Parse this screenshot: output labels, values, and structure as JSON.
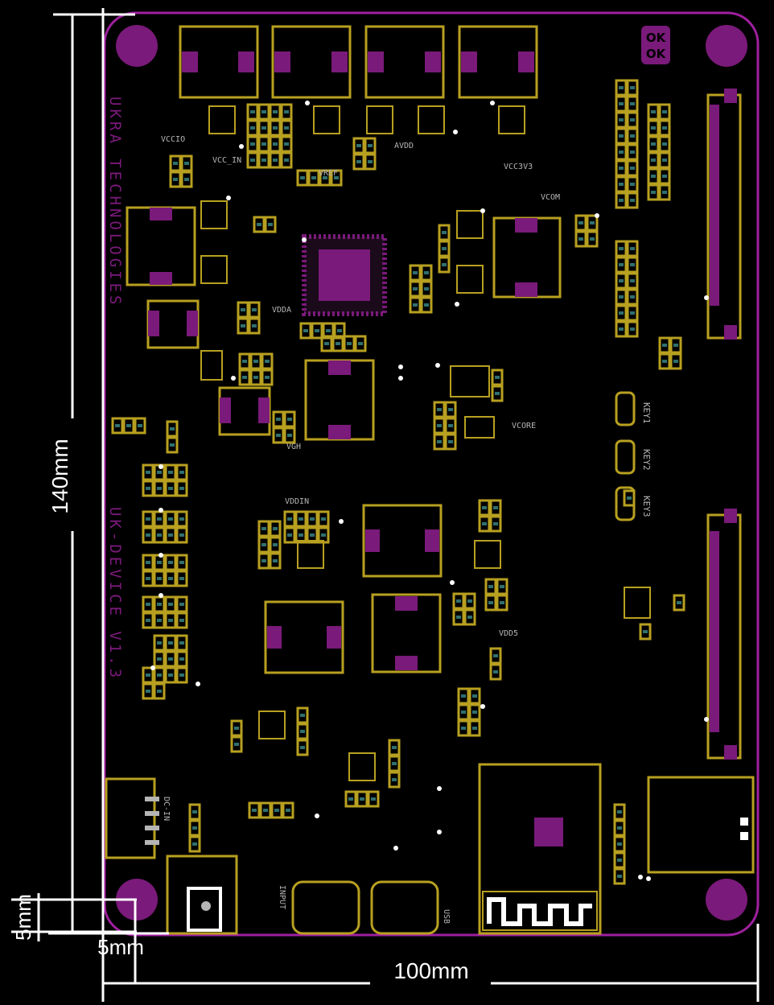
{
  "colors": {
    "background": "#000000",
    "board_outline": "#a020a0",
    "copper_pad": "#b8a020",
    "via_pad": "#7a1a7a",
    "trace_green": "#2f6f6f",
    "dimension": "#ffffff",
    "silkscreen": "#b5b5b5"
  },
  "dimensions": {
    "height": "140mm",
    "width": "100mm",
    "corner_vertical": "5mm",
    "corner_horizontal": "5mm"
  },
  "silkscreen": {
    "vendor_vertical": "UKRA TECHNOLOGIES",
    "board_name_vertical": "UK-DEVICE V1.3",
    "keys": [
      "KEY1",
      "KEY2",
      "KEY3"
    ],
    "ref_labels": [
      "VCCIO",
      "VCC_IN",
      "VREF",
      "AVDD",
      "VCC3V3",
      "VCOM",
      "VDDA",
      "VGH",
      "VDDIN",
      "VDD5",
      "VCORE"
    ],
    "connector_labels": [
      "INPUT",
      "USB"
    ],
    "ground_label": "DC-IN"
  },
  "logo": {
    "text": "OKOK"
  }
}
